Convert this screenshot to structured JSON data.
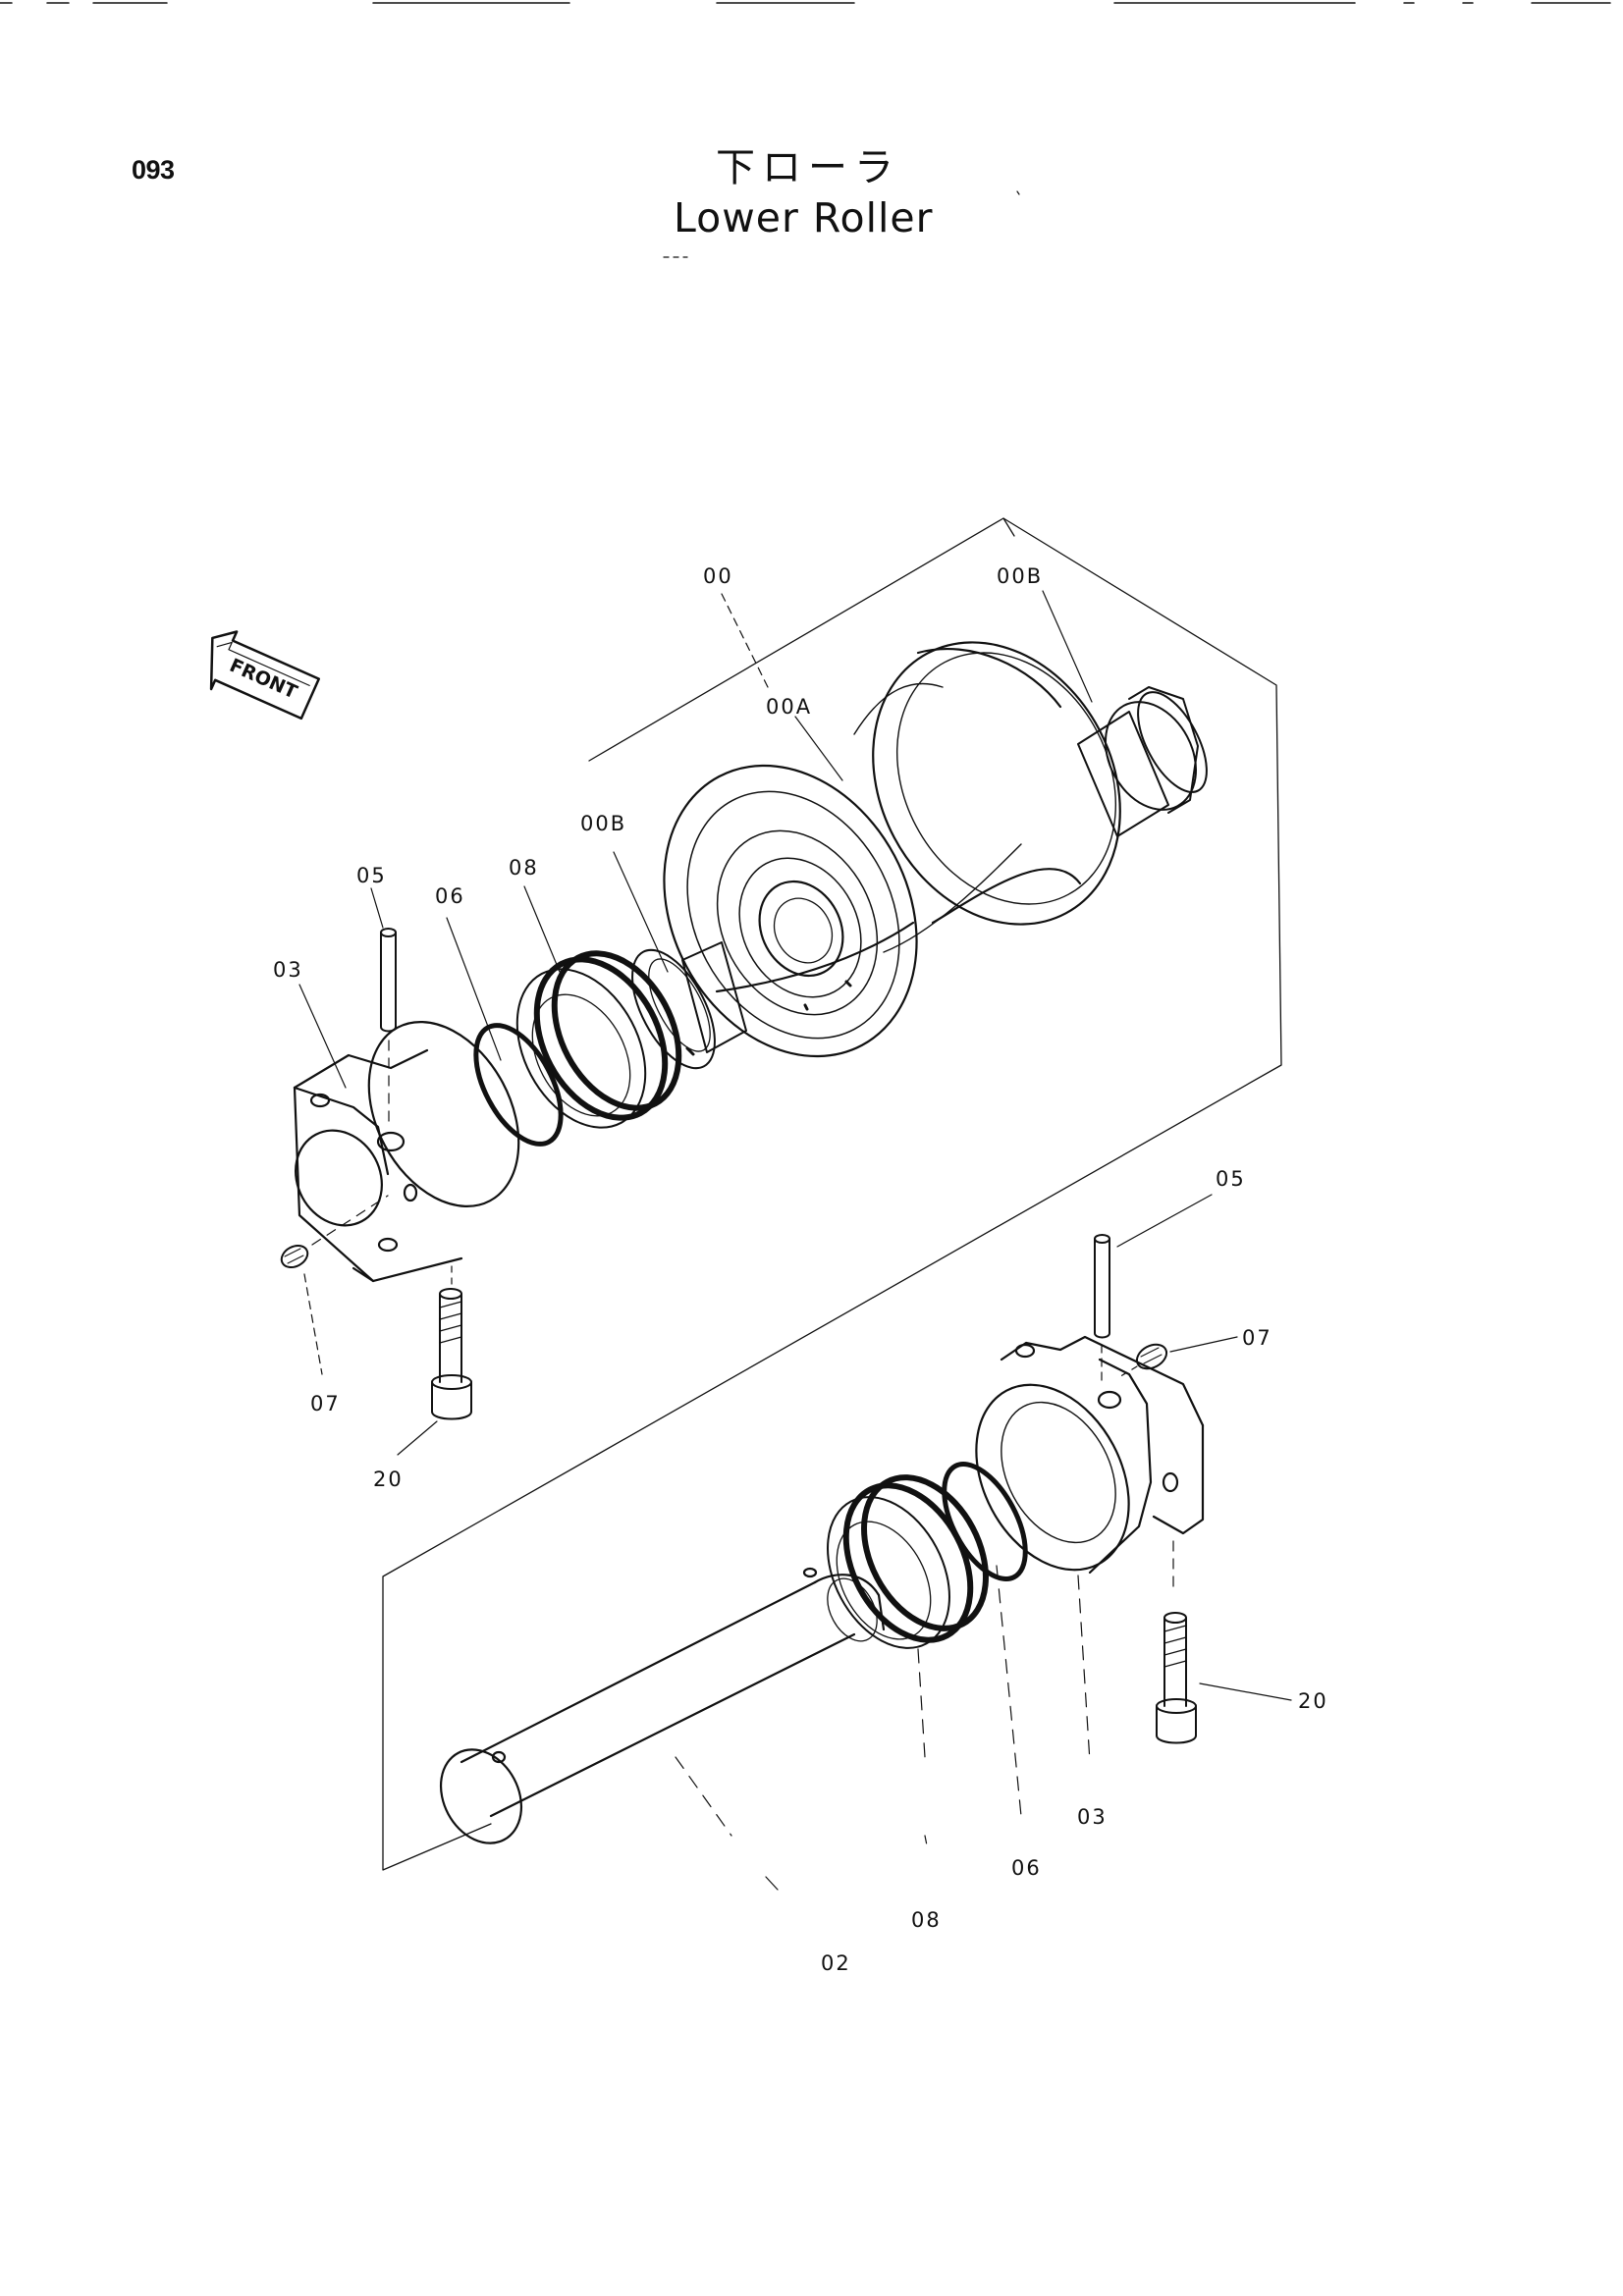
{
  "header": {
    "page_number": "093",
    "title_jp": "下ローラ",
    "title_en": "Lower Roller"
  },
  "front_arrow": {
    "label": "FRONT"
  },
  "callouts": {
    "roller_assembly": "00",
    "roller_body": "00A",
    "bushing_right": "00B",
    "bushing_left": "00B",
    "pin_left": "05",
    "oring_left": "06",
    "floating_seal_left": "08",
    "collar_left": "03",
    "plug_left": "07",
    "bolt_left": "20",
    "pin_right": "05",
    "plug_right": "07",
    "bolt_right": "20",
    "collar_right": "03",
    "oring_right": "06",
    "floating_seal_right": "08",
    "shaft": "02"
  },
  "colors": {
    "ink": "#111111",
    "paper": "#ffffff"
  }
}
